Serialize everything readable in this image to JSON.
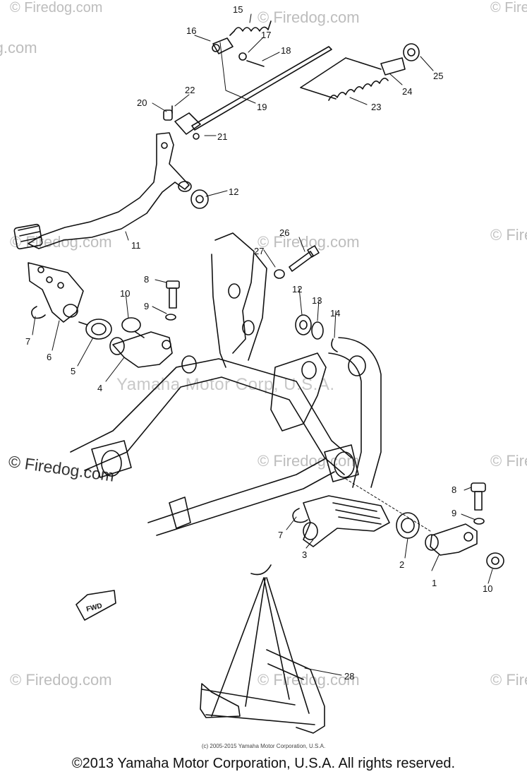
{
  "watermarks": {
    "main": "© Firedog.com",
    "center": "Yamaha Motor Corp, U.S.A."
  },
  "fwd_label": "FWD",
  "callouts": [
    "1",
    "2",
    "3",
    "4",
    "5",
    "6",
    "7",
    "8",
    "9",
    "10",
    "11",
    "12",
    "13",
    "14",
    "15",
    "16",
    "17",
    "18",
    "19",
    "20",
    "21",
    "22",
    "23",
    "24",
    "25",
    "26",
    "27",
    "28"
  ],
  "small_copyright": "(c) 2005-2015 Yamaha Motor Corporation, U.S.A.",
  "copyright": "©2013 Yamaha Motor Corporation, U.S.A. All rights reserved."
}
